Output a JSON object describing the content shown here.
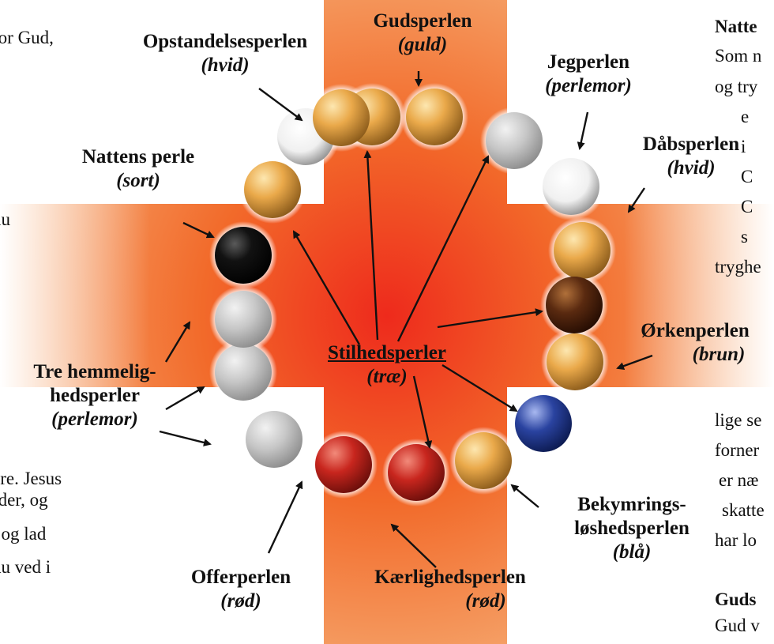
{
  "colors": {
    "cross_outer": "#f39a55",
    "cross_core": "#ee2a1c",
    "bead_gold": "#e8a94a",
    "bead_white": "#f4f4f4",
    "bead_pearl": "#c8c8c8",
    "bead_black": "#111111",
    "bead_red": "#c8261e",
    "bead_blue": "#2a43a0",
    "bead_brown": "#5a2a10",
    "arrow": "#111111"
  },
  "labels": {
    "gudsperlen": {
      "name": "Gudsperlen",
      "color": "(guld)"
    },
    "opstandelsesperlen": {
      "name": "Opstandelsesperlen",
      "color": "(hvid)"
    },
    "jegperlen": {
      "name": "Jegperlen",
      "color": "(perlemor)"
    },
    "daabsperlen": {
      "name": "Dåbsperlen",
      "color": "(hvid)"
    },
    "nattens_perle": {
      "name": "Nattens perle",
      "color": "(sort)"
    },
    "orkenperlen": {
      "name": "Ørkenperlen",
      "color": "(brun)"
    },
    "tre_hemmelighedsperler": {
      "line1": "Tre hemmelig-",
      "line2": "hedsperler",
      "color": "(perlemor)"
    },
    "stilhedsperler": {
      "name": "Stilhedsperler",
      "color": "(træ)"
    },
    "bekymringsloshedsperlen": {
      "line1": "Bekymrings-",
      "line2": "løshedsperlen",
      "color": "(blå)"
    },
    "offerperlen": {
      "name": "Offerperlen",
      "color": "(rød)"
    },
    "kaerlighedsperlen": {
      "name": "Kærlighedsperlen",
      "color": "(rød)"
    }
  },
  "left_text": [
    "for Gud,",
    ".",
    "nu",
    "are. Jesus",
    "rder, og",
    ", og lad",
    "du ved i"
  ],
  "right_text": {
    "heading_top": "Natte",
    "top_lines": [
      "Som n",
      "og try",
      "e",
      "i",
      "C",
      "C",
      "s",
      "tryghe"
    ],
    "mid_lines": [
      "lige se",
      "forner",
      "er næ",
      "skatte",
      "har lo"
    ],
    "heading_bottom": "Guds",
    "bottom_line": "Gud v"
  },
  "beads": [
    {
      "name": "gudsperlen-bead",
      "kind": "gold"
    },
    {
      "name": "jegperlen-bead",
      "kind": "gold"
    },
    {
      "name": "pearl-bead",
      "kind": "pearl"
    },
    {
      "name": "daabsperlen-bead",
      "kind": "white"
    },
    {
      "name": "stilhed-bead",
      "kind": "gold"
    },
    {
      "name": "orkenperlen-bead",
      "kind": "brown"
    },
    {
      "name": "stilhed-bead",
      "kind": "gold"
    },
    {
      "name": "bekymringsloshedsperlen-bead",
      "kind": "blue"
    },
    {
      "name": "stilhed-bead",
      "kind": "gold"
    },
    {
      "name": "kaerlighedsperlen-bead",
      "kind": "red"
    },
    {
      "name": "offerperlen-bead",
      "kind": "red"
    },
    {
      "name": "hemmelighed-bead",
      "kind": "pearl"
    },
    {
      "name": "hemmelighed-bead",
      "kind": "pearl"
    },
    {
      "name": "hemmelighed-bead",
      "kind": "pearl"
    },
    {
      "name": "nattens-perle-bead",
      "kind": "black"
    },
    {
      "name": "stilhed-bead",
      "kind": "gold"
    },
    {
      "name": "opstandelsesperlen-bead",
      "kind": "white"
    },
    {
      "name": "stilhed-bead",
      "kind": "gold"
    }
  ]
}
